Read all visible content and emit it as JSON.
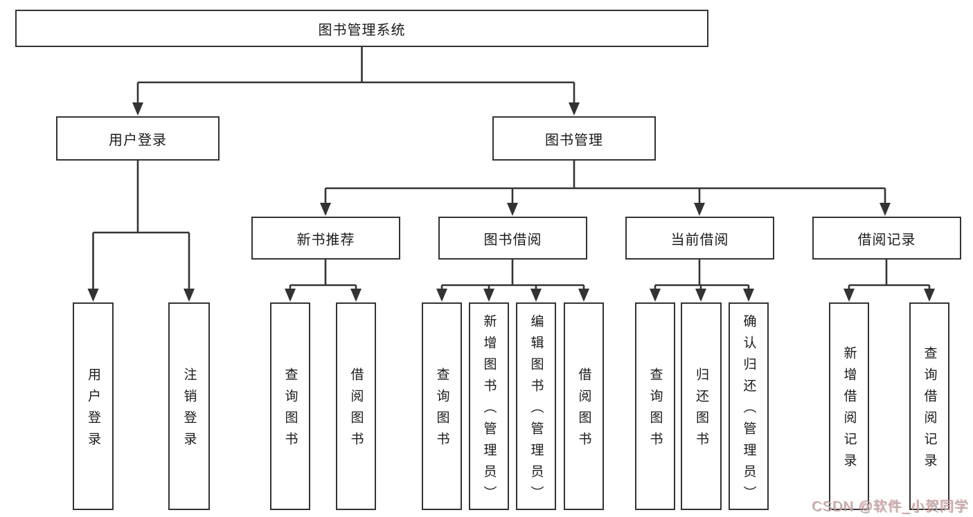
{
  "diagram_type": "tree",
  "tree": {
    "label": "图书管理系统",
    "children": [
      {
        "label": "用户登录",
        "children": [
          {
            "label": "用户登录"
          },
          {
            "label": "注销登录"
          }
        ]
      },
      {
        "label": "图书管理",
        "children": [
          {
            "label": "新书推荐",
            "children": [
              {
                "label": "查询图书"
              },
              {
                "label": "借阅图书"
              }
            ]
          },
          {
            "label": "图书借阅",
            "children": [
              {
                "label": "查询图书"
              },
              {
                "label": "新增图书（管理员）"
              },
              {
                "label": "编辑图书（管理员）"
              },
              {
                "label": "借阅图书"
              }
            ]
          },
          {
            "label": "当前借阅",
            "children": [
              {
                "label": "查询图书"
              },
              {
                "label": "归还图书"
              },
              {
                "label": "确认归还（管理员）"
              }
            ]
          },
          {
            "label": "借阅记录",
            "children": [
              {
                "label": "新增借阅记录"
              },
              {
                "label": "查询借阅记录"
              }
            ]
          }
        ]
      }
    ]
  },
  "watermark": {
    "text": "CSDN @软件_小贺同学"
  },
  "style": {
    "line_color": "#333333",
    "box_border_color": "#333333",
    "text_color": "#1a1a1a",
    "watermark_color": "#b3b3b3",
    "watermark_accent": "#d85a5a"
  }
}
